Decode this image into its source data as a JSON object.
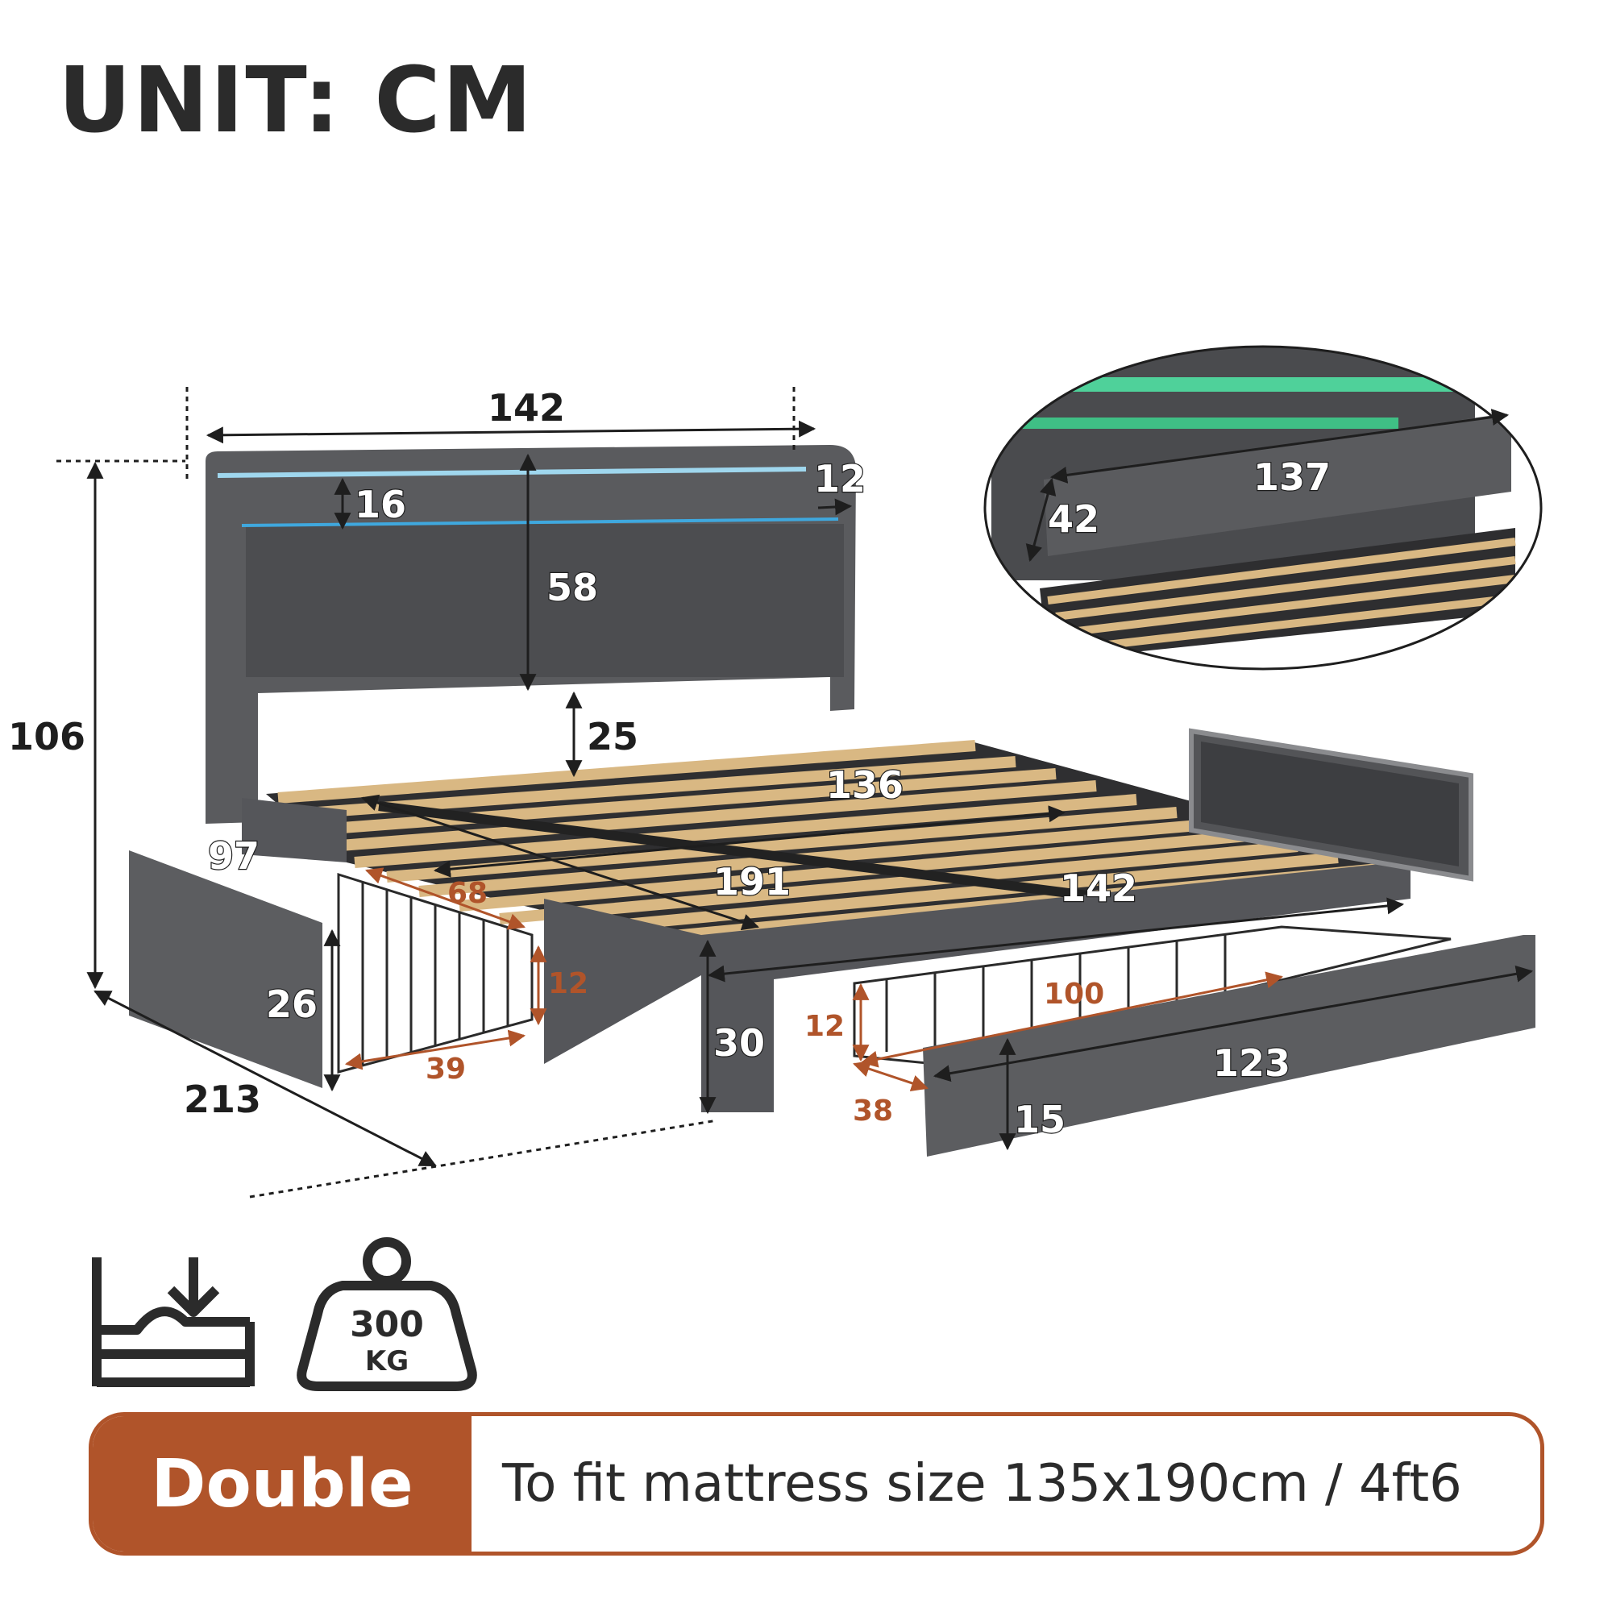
{
  "title": "UNIT: CM",
  "dimensions": {
    "headboard_width": "142",
    "shelf_height": "16",
    "shelf_depth": "12",
    "headboard_panel_height": "58",
    "total_height": "106",
    "under_headboard_gap": "25",
    "inner_width": "136",
    "side_height": "97",
    "inner_length": "191",
    "foot_width": "142",
    "drawer_front_height": "26",
    "total_length": "213",
    "frame_height": "30",
    "side_drawer_length": "68",
    "side_drawer_depth": "39",
    "side_drawer_height": "12",
    "foot_drawer_length": "100",
    "foot_drawer_height": "12",
    "foot_drawer_depth": "38",
    "foot_drawer_front_width": "123",
    "foot_drawer_front_height": "15",
    "inset_shelf_width": "137",
    "inset_flap_height": "42"
  },
  "weight_badge": {
    "value": "300",
    "unit": "KG"
  },
  "banner": {
    "size": "Double",
    "text": "To fit mattress size 135x190cm / 4ft6"
  },
  "colors": {
    "accent": "#b0542a",
    "fabric": "#5a5b5e",
    "fabric_dark": "#46474a",
    "wood": "#d9b883",
    "led": "#4fd19a"
  }
}
